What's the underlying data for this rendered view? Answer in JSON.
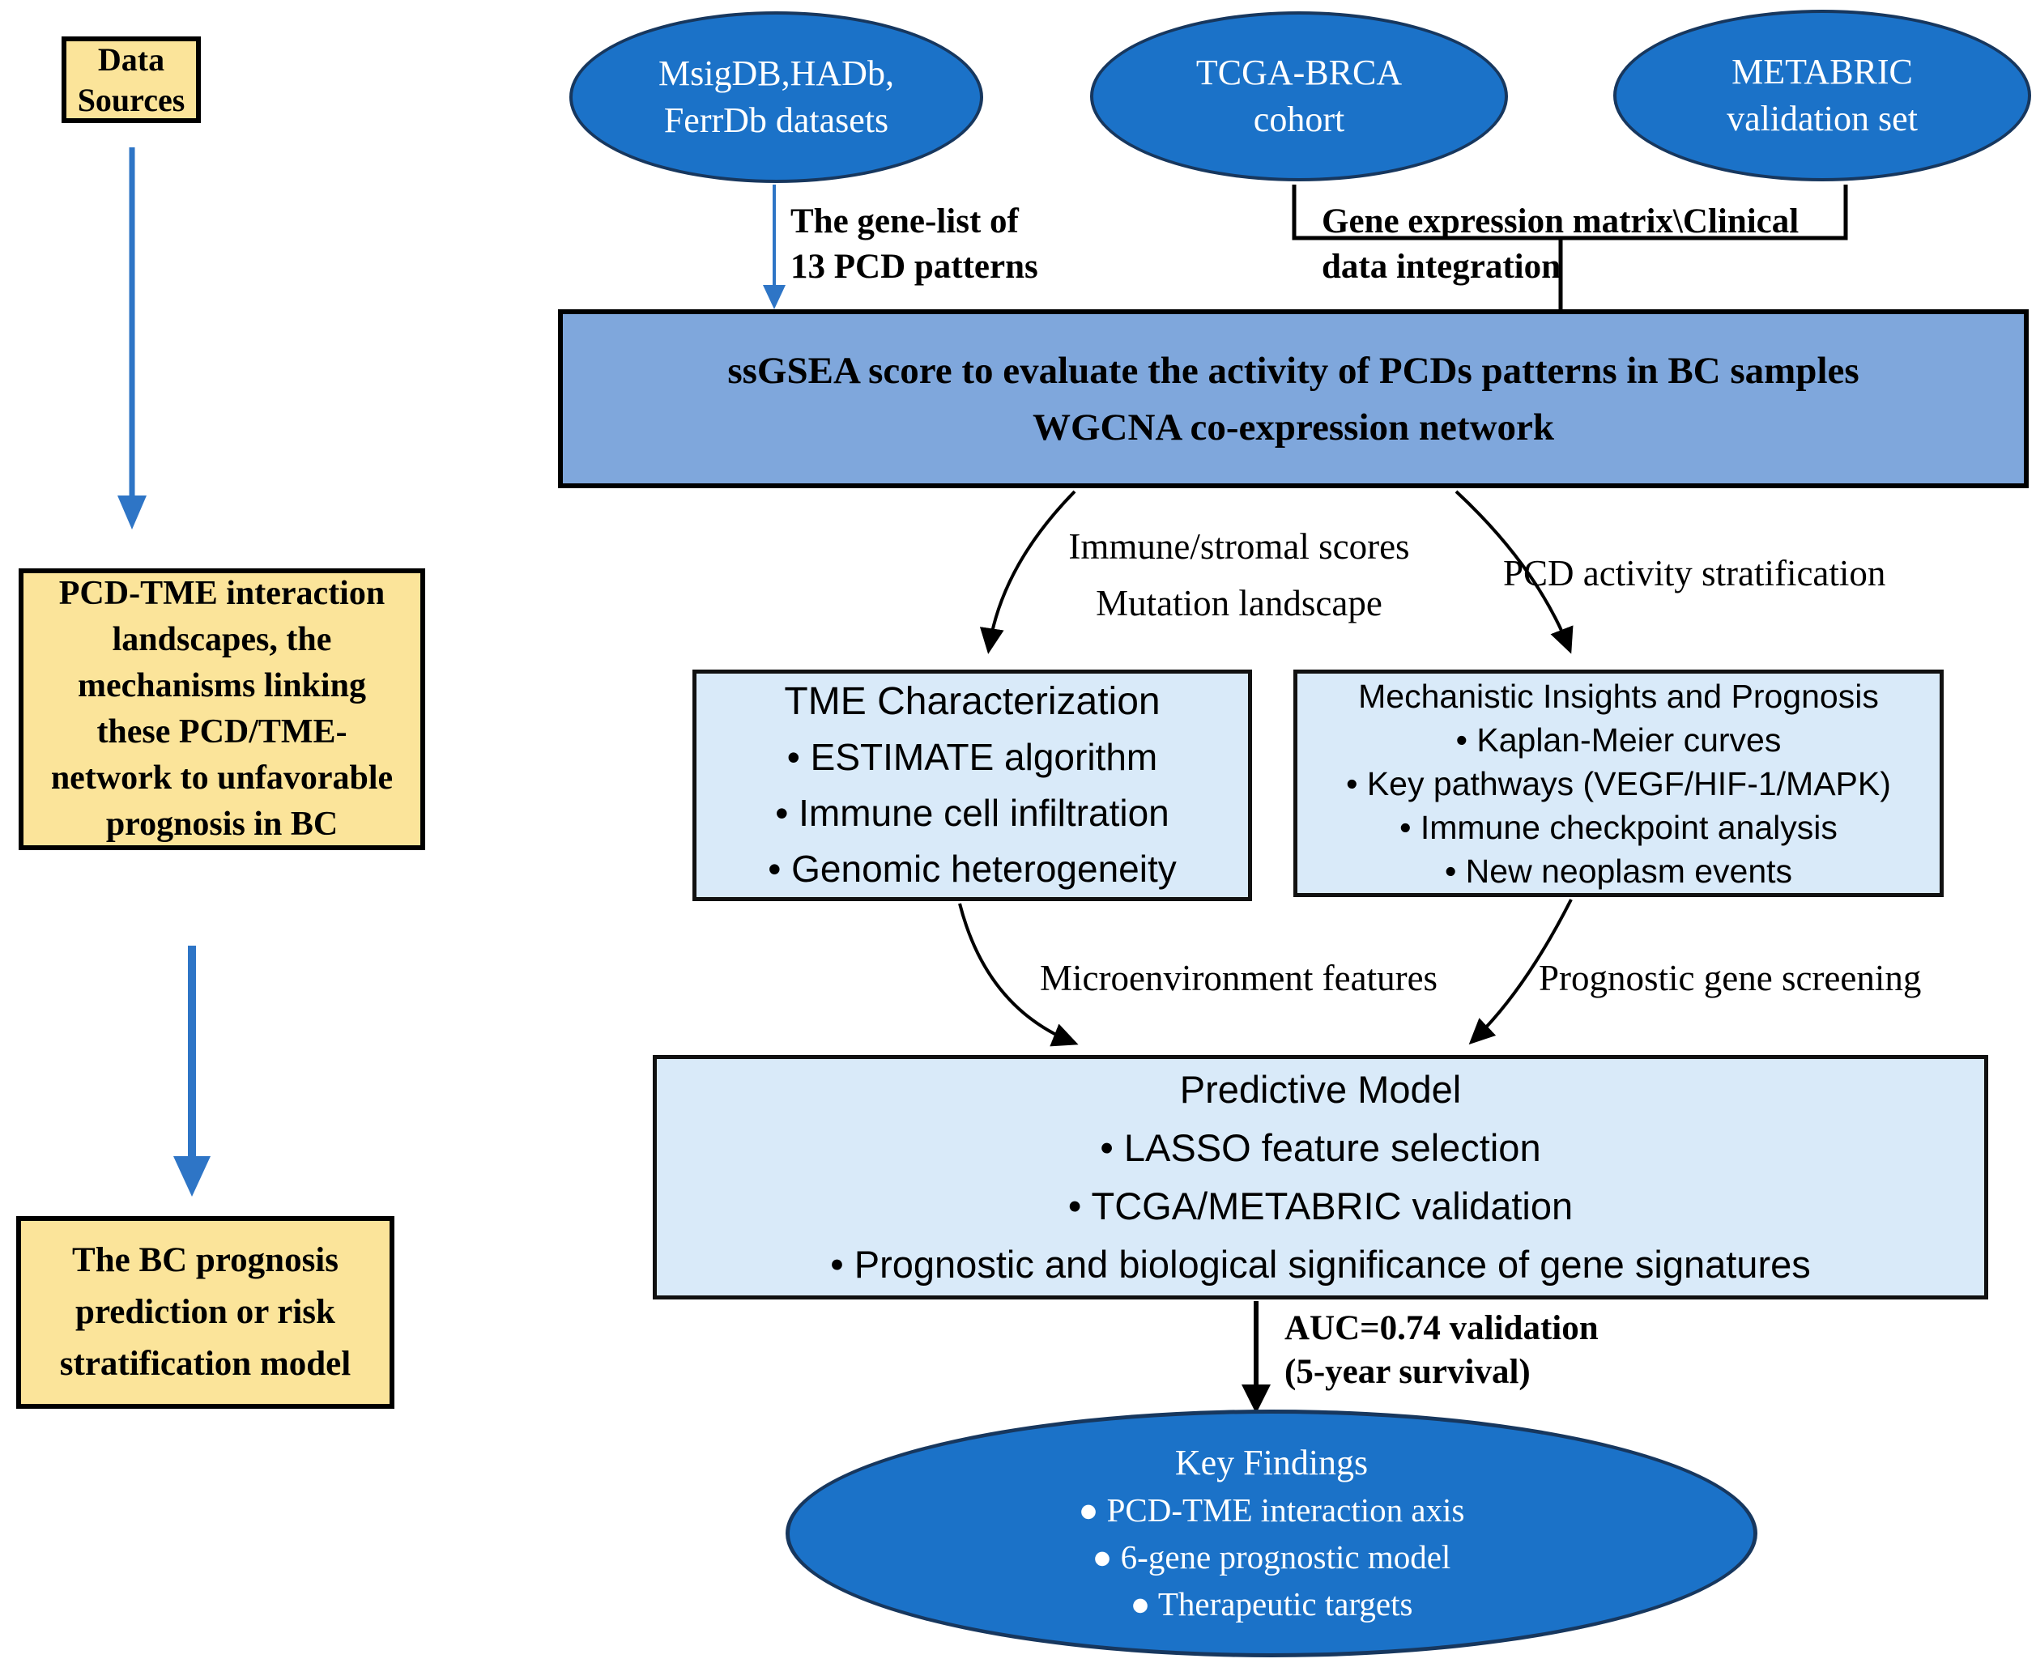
{
  "colors": {
    "ellipse_fill": "#1B72C8",
    "ellipse_border": "#17375E",
    "mid_blue_fill": "#7FA7DC",
    "light_blue_fill": "#D9EAF9",
    "yellow_fill": "#FBE49A",
    "blue_arrow": "#2E75C6",
    "black": "#000000"
  },
  "data_sources_box": {
    "lines": [
      "Data",
      "Sources"
    ]
  },
  "ellipses": {
    "msigdb": {
      "lines": [
        "MsigDB,HADb,",
        "FerrDb datasets"
      ]
    },
    "tcga": {
      "lines": [
        "TCGA-BRCA",
        "cohort"
      ]
    },
    "metabric": {
      "lines": [
        "METABRIC",
        "validation set"
      ]
    }
  },
  "edge_labels": {
    "gene_list": {
      "lines": [
        "The gene-list of",
        "13 PCD patterns"
      ]
    },
    "integration": {
      "lines": [
        "Gene expression matrix\\Clinical",
        "data integration"
      ]
    },
    "immune_stromal": {
      "lines": [
        "Immune/stromal scores",
        "Mutation landscape"
      ]
    },
    "pcd_activity": "PCD activity stratification",
    "micro_features": "Microenvironment features",
    "prog_screening": "Prognostic gene screening",
    "auc": {
      "lines": [
        "AUC=0.74 validation",
        "(5-year survival)"
      ]
    }
  },
  "ssgsea_box": {
    "lines": [
      "ssGSEA score to evaluate the activity of PCDs patterns in BC samples",
      "WGCNA co-expression network"
    ]
  },
  "tme_box": {
    "title": "TME Characterization",
    "items": [
      "• ESTIMATE algorithm",
      "• Immune cell infiltration",
      "• Genomic heterogeneity"
    ]
  },
  "mech_box": {
    "title": "Mechanistic Insights and Prognosis",
    "items": [
      "• Kaplan-Meier curves",
      "• Key pathways (VEGF/HIF-1/MAPK)",
      "• Immune checkpoint analysis",
      "• New neoplasm events"
    ]
  },
  "predictive_box": {
    "title": "Predictive Model",
    "items": [
      "• LASSO feature selection",
      "• TCGA/METABRIC validation",
      "• Prognostic and biological significance of gene signatures"
    ]
  },
  "key_findings": {
    "title": "Key Findings",
    "items": [
      "● PCD-TME interaction axis",
      "● 6-gene prognostic model",
      "● Therapeutic targets"
    ]
  },
  "left_boxes": {
    "interaction": {
      "lines": [
        "PCD-TME interaction",
        "landscapes, the",
        "mechanisms linking",
        "these PCD/TME-",
        "network to unfavorable",
        "prognosis in BC"
      ]
    },
    "prognosis_model": {
      "lines": [
        "The BC prognosis",
        "prediction or risk",
        "stratification model"
      ]
    }
  }
}
